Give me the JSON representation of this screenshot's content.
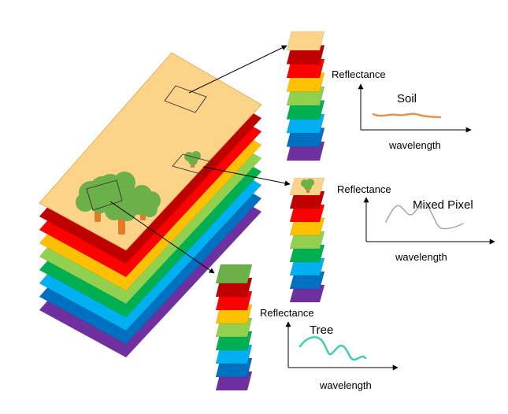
{
  "band_colors": [
    "#7030a0",
    "#0070c0",
    "#00b0f0",
    "#00b050",
    "#92d050",
    "#ffc000",
    "#ff0000",
    "#c00000"
  ],
  "surface_color": "#fdd38a",
  "tree_color": "#6cb04a",
  "trunk_color": "#e07b28",
  "curve_colors": {
    "soil": "#e8914e",
    "mixed": "#a6a6a6",
    "tree": "#3cd0b0"
  },
  "panels": {
    "soil": {
      "ylabel": "Reflectance",
      "xlabel": "wavelength",
      "title": "Soil"
    },
    "mixed": {
      "ylabel": "Reflectance",
      "xlabel": "wavelength",
      "title": "Mixed Pixel"
    },
    "tree": {
      "ylabel": "Reflectance",
      "xlabel": "wavelength",
      "title": "Tree"
    }
  }
}
